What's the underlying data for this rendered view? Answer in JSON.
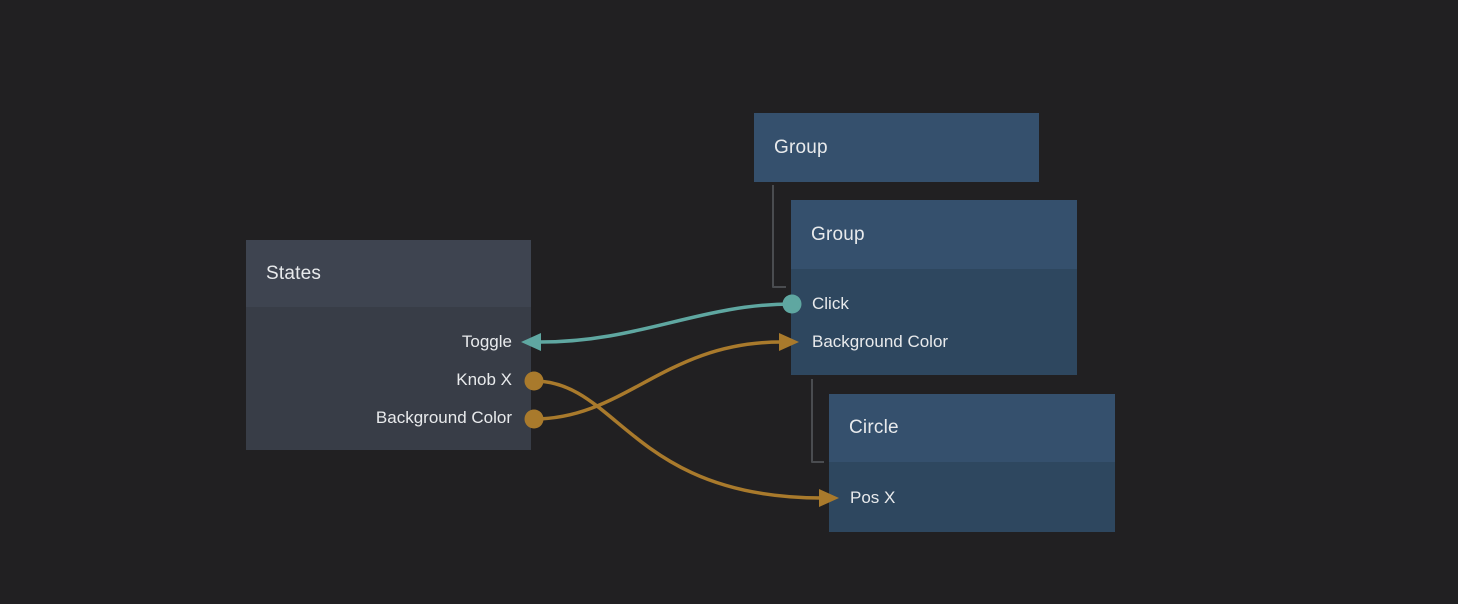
{
  "colors": {
    "canvas-bg": "#212022",
    "node-header-dark": "#3e4450",
    "node-body-dark": "#383d47",
    "node-header-blue": "#35506d",
    "node-body-blue": "#2e475f",
    "text": "#e8eaec",
    "wire-teal": "#5fa7a1",
    "wire-gold": "#a97a2c",
    "tree-line": "#4a4c50"
  },
  "nodes": {
    "states": {
      "title": "States",
      "ports": [
        {
          "label": "Toggle",
          "port_type": "input-arrow"
        },
        {
          "label": "Knob X",
          "port_type": "output-dot"
        },
        {
          "label": "Background Color",
          "port_type": "output-dot"
        }
      ]
    },
    "group_outer": {
      "title": "Group",
      "ports": []
    },
    "group_inner": {
      "title": "Group",
      "ports": [
        {
          "label": "Click",
          "port_type": "output-dot"
        },
        {
          "label": "Background Color",
          "port_type": "input-arrow"
        }
      ]
    },
    "circle": {
      "title": "Circle",
      "ports": [
        {
          "label": "Pos X",
          "port_type": "input-arrow"
        }
      ]
    }
  },
  "hierarchy": [
    {
      "parent": "Group",
      "child": "Group"
    },
    {
      "parent": "Group",
      "child": "Circle"
    }
  ],
  "connections": [
    {
      "from": "Group.Click",
      "to": "States.Toggle",
      "color": "#5fa7a1"
    },
    {
      "from": "States.Background Color",
      "to": "Group.Background Color",
      "color": "#a97a2c"
    },
    {
      "from": "States.Knob X",
      "to": "Circle.Pos X",
      "color": "#a97a2c"
    }
  ]
}
